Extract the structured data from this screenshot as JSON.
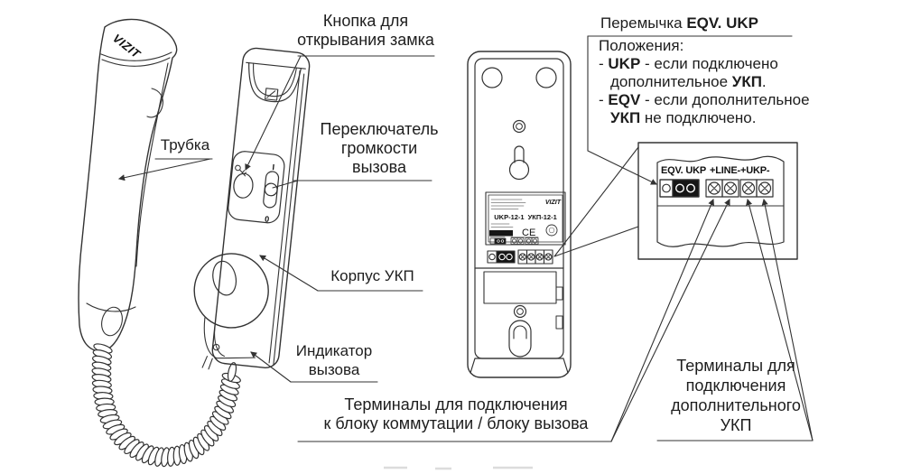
{
  "labels": {
    "lock_button": {
      "line1": "Кнопка для",
      "line2": "открывания замка"
    },
    "handset": "Трубка",
    "volume_switch": {
      "line1": "Переключатель",
      "line2": "громкости",
      "line3": "вызова"
    },
    "body": "Корпус УКП",
    "indicator": {
      "line1": "Индикатор",
      "line2": "вызова"
    },
    "terminals_main": {
      "line1": "Терминалы для подключения",
      "line2": "к блоку коммутации / блоку вызова"
    },
    "terminals_ukp": {
      "line1": "Терминалы для",
      "line2": "подключения",
      "line3": "дополнительного",
      "line4": "УКП"
    }
  },
  "note": {
    "title_text": "Перемычка ",
    "title_bold": "EQV. UKP",
    "subtitle": "Положения:",
    "l1a": "- ",
    "l1b": "UKP",
    "l1c": " - если подключено",
    "l2a": "дополнительное ",
    "l2b": "УКП",
    "l2c": ".",
    "l3a": "- ",
    "l3b": "EQV",
    "l3c": " - если дополнительное",
    "l4b": "УКП",
    "l4c": " не подключено."
  },
  "detail_box": {
    "jumper_label": "EQV. UKP",
    "line_label": "+LINE-",
    "ukp_label": "+UKP-"
  },
  "device": {
    "handset_brand": "VIZIT",
    "label_brand": "VIZIT",
    "model_latin": "UKP-12-1",
    "model_cyrillic": "УКП-12-1",
    "ce_mark": "CE",
    "switch_on": "I",
    "switch_off": "0"
  },
  "colors": {
    "line": "#333333",
    "text": "#1d1d1d"
  }
}
